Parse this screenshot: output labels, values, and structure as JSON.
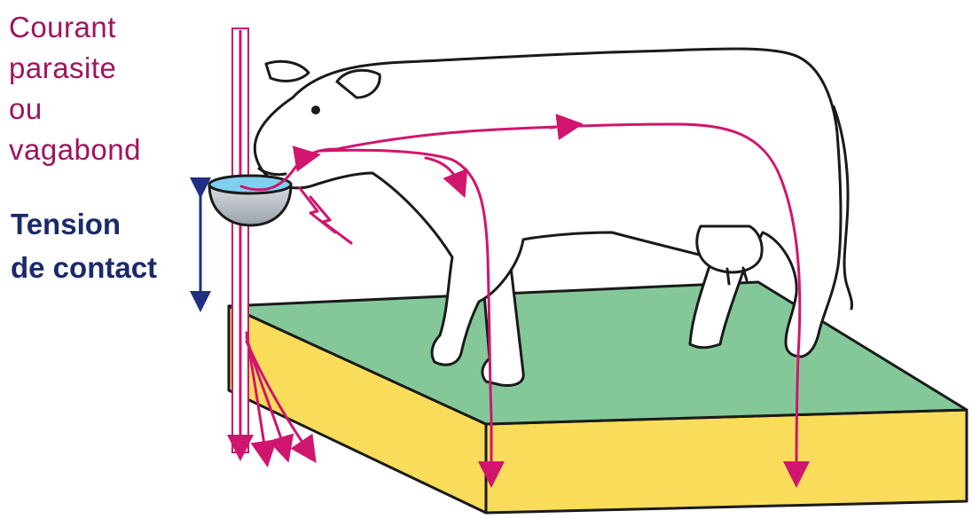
{
  "labels": {
    "stray_current": {
      "line1": "Courant",
      "line2": "parasite",
      "line3": "ou",
      "line4": "vagabond"
    },
    "contact_voltage": {
      "line1": "Tension",
      "line2": "de contact"
    }
  },
  "colors": {
    "current_arrow": "#d0156e",
    "stray_text": "#a0135f",
    "voltage_text": "#1b2a6b",
    "voltage_arrow": "#1e2f84",
    "ground_top": "#84c89a",
    "ground_side": "#f8dc5a",
    "cow_fill": "#ffffff",
    "outline": "#1a1a1a",
    "bowl_water": "#7fd0ee"
  }
}
